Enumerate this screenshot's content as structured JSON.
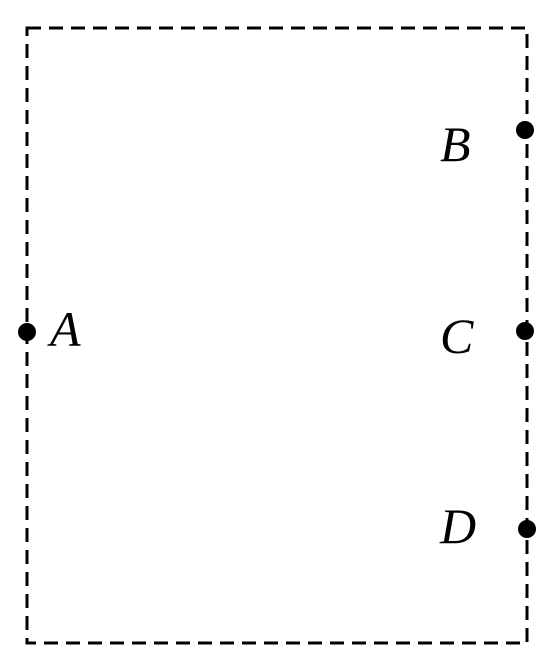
{
  "diagram": {
    "points": [
      {
        "id": "A",
        "label": "A"
      },
      {
        "id": "B",
        "label": "B"
      },
      {
        "id": "C",
        "label": "C"
      },
      {
        "id": "D",
        "label": "D"
      }
    ]
  }
}
